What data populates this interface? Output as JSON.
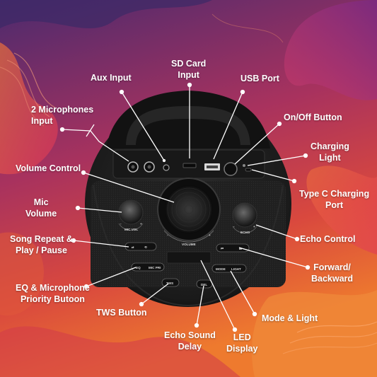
{
  "labels": {
    "aux_input": "Aux Input",
    "sd_card_line1": "SD Card",
    "sd_card_line2": "Input",
    "usb_port": "USB Port",
    "two_mics_line1": "2 Microphones",
    "two_mics_line2": "Input",
    "on_off": "On/Off Button",
    "charging_line1": "Charging",
    "charging_line2": "Light",
    "volume_control": "Volume Control",
    "type_c_line1": "Type C Charging",
    "type_c_line2": "Port",
    "mic_vol_line1": "Mic",
    "mic_vol_line2": "Volume",
    "song_repeat_line1": "Song Repeat &",
    "song_repeat_line2": "Play / Pause",
    "echo_control": "Echo Control",
    "forward_line1": "Forward/",
    "forward_line2": "Backward",
    "eq_line1": "EQ & Microphone",
    "eq_line2": "Priority Butoon",
    "tws_button": "TWS Button",
    "mode_light": "Mode & Light",
    "echo_delay_line1": "Echo Sound",
    "echo_delay_line2": "Delay",
    "led_line1": "LED",
    "led_line2": "Display"
  },
  "panel": {
    "mic_vol": "MIC VOL",
    "volume": "VOLUME",
    "echo": "ECHO",
    "eq": "EQ",
    "mic_pri": "MIC PRI",
    "mode": "MODE",
    "light": "LIGHT",
    "tws": "TWS",
    "del": "DEL",
    "minus": "-",
    "plus": "+"
  },
  "colors": {
    "bg_top": "#6b2a72",
    "bg_mid": "#c0305a",
    "bg_bottom": "#e8622a",
    "speaker_body": "#1c1c1c",
    "callout_line": "#ffffff"
  }
}
